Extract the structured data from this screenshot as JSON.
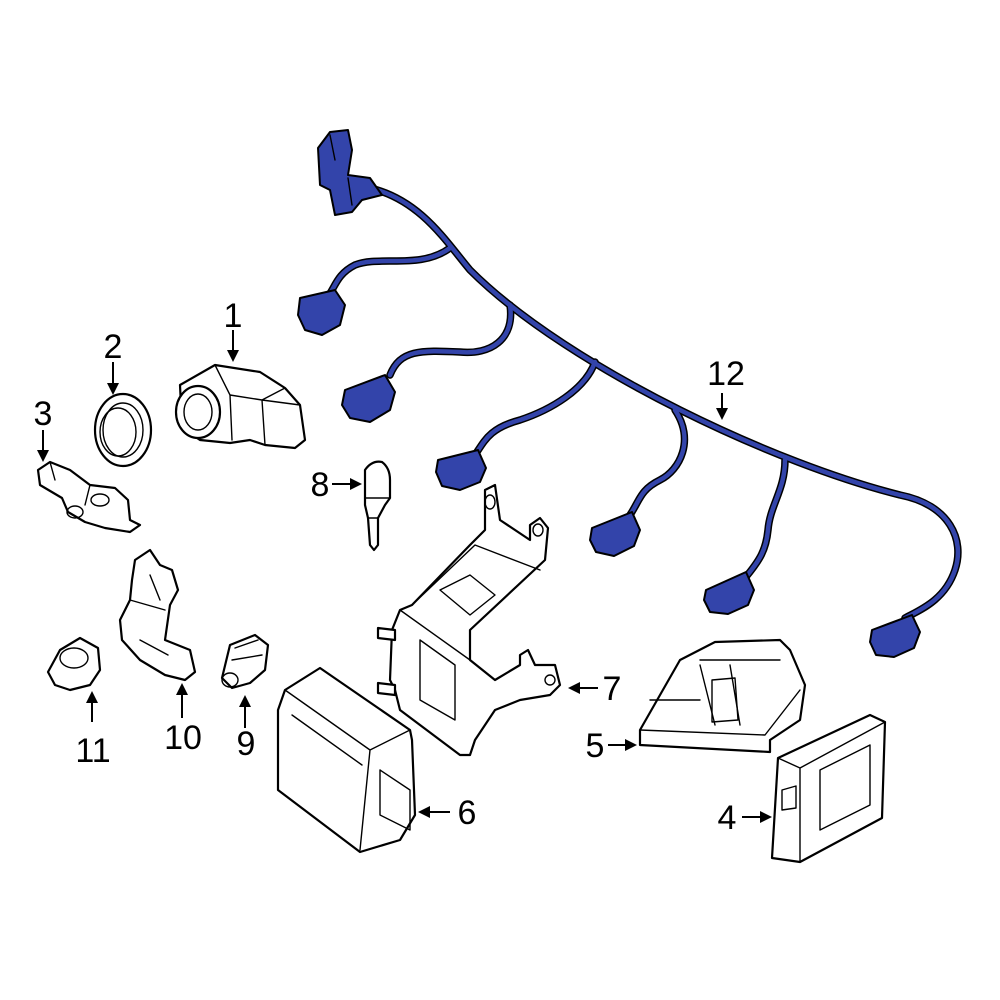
{
  "diagram": {
    "highlight_color": "#3344aa",
    "callouts": [
      {
        "id": "1",
        "text": "1"
      },
      {
        "id": "2",
        "text": "2"
      },
      {
        "id": "3",
        "text": "3"
      },
      {
        "id": "4",
        "text": "4"
      },
      {
        "id": "5",
        "text": "5"
      },
      {
        "id": "6",
        "text": "6"
      },
      {
        "id": "7",
        "text": "7"
      },
      {
        "id": "8",
        "text": "8"
      },
      {
        "id": "9",
        "text": "9"
      },
      {
        "id": "10",
        "text": "10"
      },
      {
        "id": "11",
        "text": "11"
      },
      {
        "id": "12",
        "text": "12"
      }
    ]
  }
}
